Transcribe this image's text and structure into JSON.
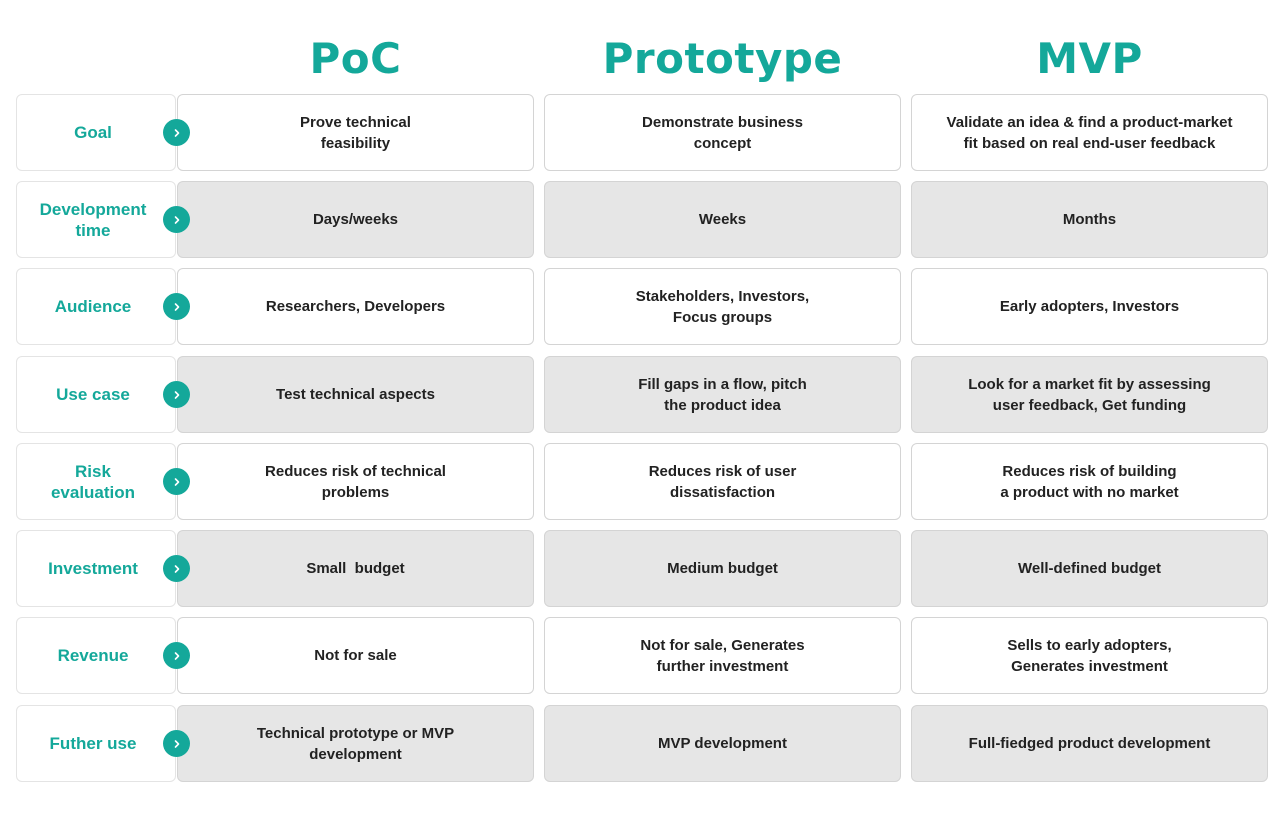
{
  "columns": [
    "PoC",
    "Prototype",
    "MVP"
  ],
  "colors": {
    "accent": "#14a89a",
    "shaded_cell": "#e6e6e6",
    "border": "#d4d4d4"
  },
  "arrow_icon": "chevron-right-icon",
  "rows": [
    {
      "label": "Goal",
      "cells": [
        "Prove technical\nfeasibility",
        "Demonstrate business\nconcept",
        "Validate an idea & find a product-market\nfit based on real end-user feedback"
      ]
    },
    {
      "label": "Development\ntime",
      "cells": [
        "Days/weeks",
        "Weeks",
        "Months"
      ]
    },
    {
      "label": "Audience",
      "cells": [
        "Researchers, Developers",
        "Stakeholders, Investors,\nFocus groups",
        "Early adopters, Investors"
      ]
    },
    {
      "label": "Use case",
      "cells": [
        "Test technical aspects",
        "Fill gaps in a flow, pitch\nthe product idea",
        "Look for a market fit by assessing\nuser feedback, Get funding"
      ]
    },
    {
      "label": "Risk\nevaluation",
      "cells": [
        "Reduces risk of technical\nproblems",
        "Reduces risk of user\ndissatisfaction",
        "Reduces risk  of building\na product with no market"
      ]
    },
    {
      "label": "Investment",
      "cells": [
        "Small  budget",
        "Medium budget",
        "Well-defined budget"
      ]
    },
    {
      "label": "Revenue",
      "cells": [
        "Not for sale",
        "Not for sale, Generates\nfurther investment",
        "Sells to early adopters,\nGenerates investment"
      ]
    },
    {
      "label": "Futher use",
      "cells": [
        "Technical prototype or MVP\ndevelopment",
        "MVP development",
        "Full-fiedged product development"
      ]
    }
  ]
}
